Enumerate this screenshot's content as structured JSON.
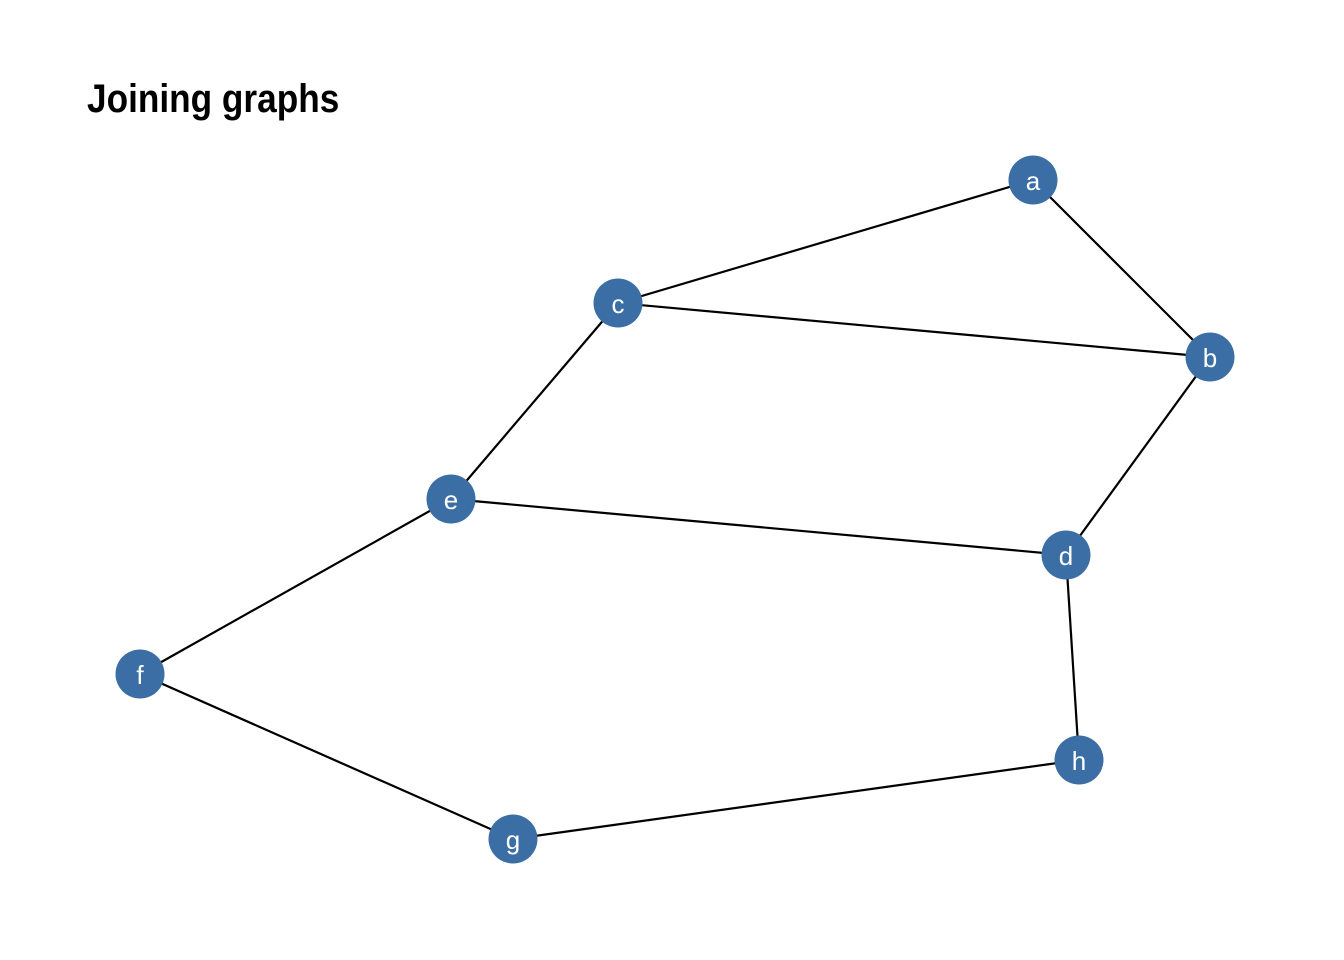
{
  "title": "Joining graphs",
  "colors": {
    "node_fill": "#3a6ea5",
    "node_label": "#ffffff",
    "edge": "#000000",
    "background": "#ffffff"
  },
  "nodes": [
    {
      "id": "a",
      "label": "a"
    },
    {
      "id": "b",
      "label": "b"
    },
    {
      "id": "c",
      "label": "c"
    },
    {
      "id": "d",
      "label": "d"
    },
    {
      "id": "e",
      "label": "e"
    },
    {
      "id": "f",
      "label": "f"
    },
    {
      "id": "g",
      "label": "g"
    },
    {
      "id": "h",
      "label": "h"
    }
  ],
  "edges": [
    {
      "source": "a",
      "target": "c"
    },
    {
      "source": "a",
      "target": "b"
    },
    {
      "source": "c",
      "target": "b"
    },
    {
      "source": "c",
      "target": "e"
    },
    {
      "source": "b",
      "target": "d"
    },
    {
      "source": "e",
      "target": "d"
    },
    {
      "source": "e",
      "target": "f"
    },
    {
      "source": "f",
      "target": "g"
    },
    {
      "source": "g",
      "target": "h"
    },
    {
      "source": "d",
      "target": "h"
    }
  ]
}
